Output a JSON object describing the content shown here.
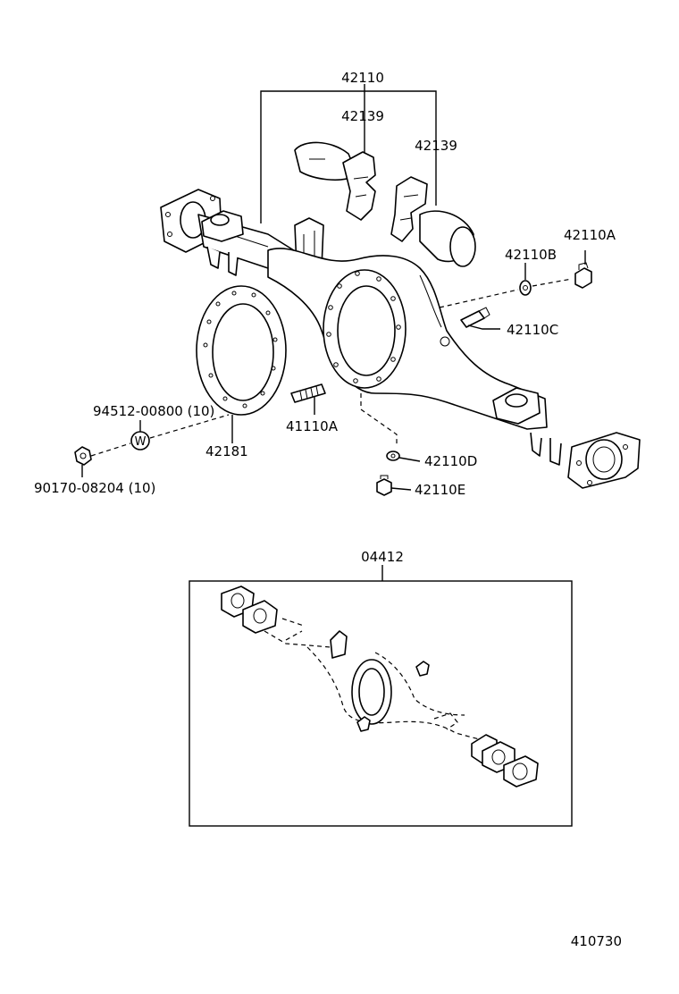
{
  "labels": {
    "p42110": "42110",
    "p42139_a": "42139",
    "p42139_b": "42139",
    "p42110A": "42110A",
    "p42110B": "42110B",
    "p42110C": "42110C",
    "p94512": "94512-00800 (10)",
    "p42181": "42181",
    "p41110A": "41110A",
    "p90170": "90170-08204 (10)",
    "p42110D": "42110D",
    "p42110E": "42110E",
    "p04412": "04412",
    "washer_mark": "W",
    "figure_id": "410730"
  }
}
